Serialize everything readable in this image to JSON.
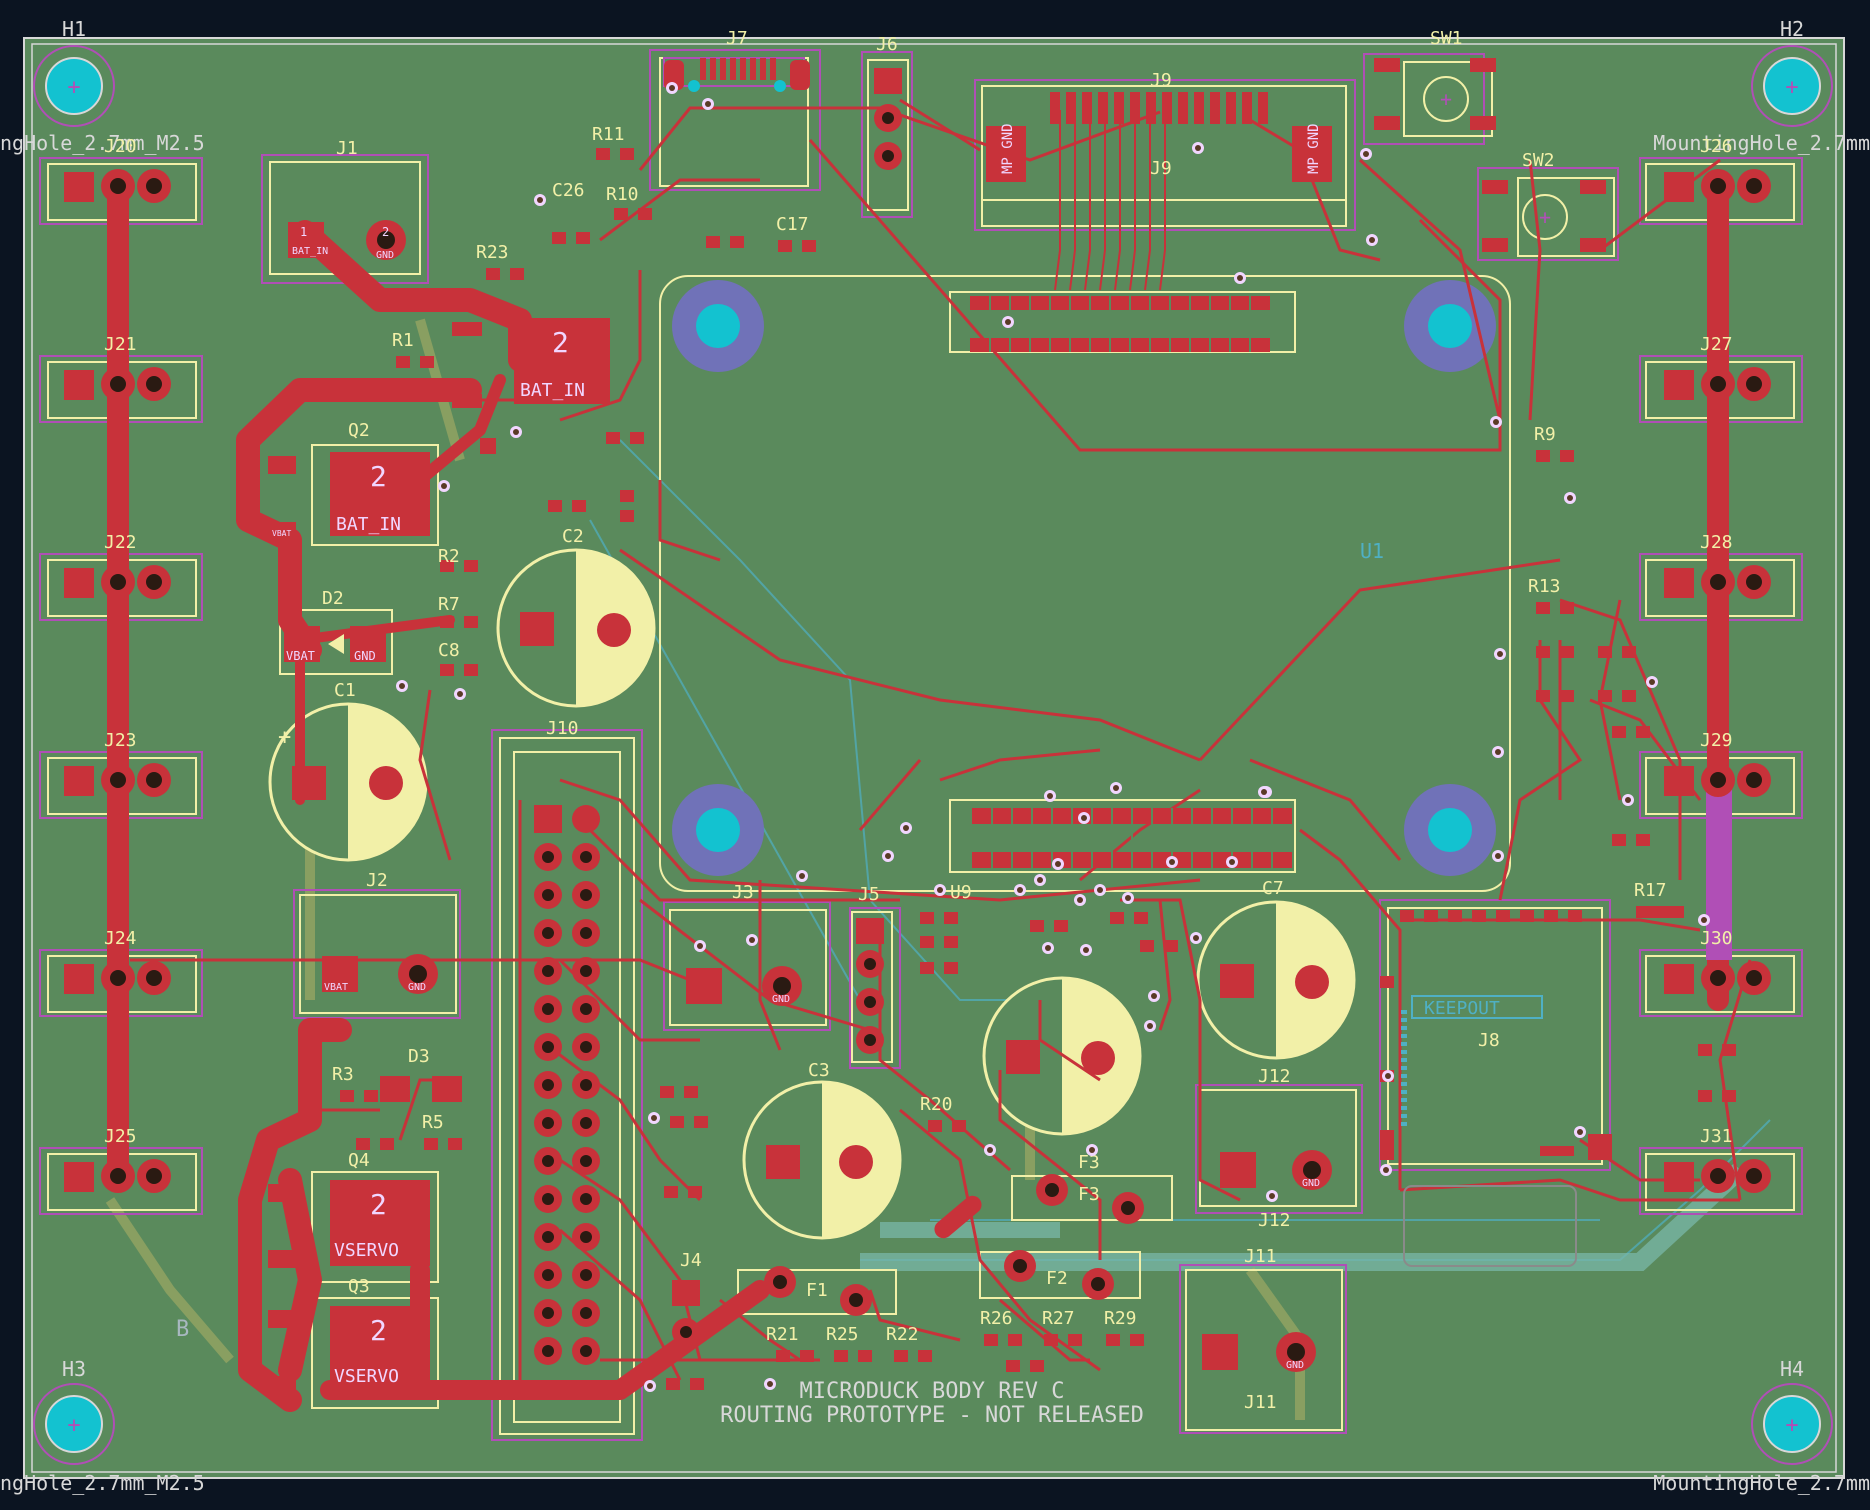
{
  "board": {
    "title_line1": "MICRODUCK BODY REV C",
    "title_line2": "ROUTING PROTOTYPE - NOT RELEASED",
    "colors": {
      "background": "#0b1421",
      "board": "#5a8a5c",
      "copper": "#c8323a",
      "silk": "#f2f0a8",
      "courtyard": "#b04fb6",
      "via": "#f1d6ff",
      "mounting_hole": "#13c2d0",
      "keepout": "#4fb0c4"
    }
  },
  "mounting_holes": [
    {
      "ref": "H1",
      "footprint": "ngHole_2.7mm_M2.5"
    },
    {
      "ref": "H2",
      "footprint": "MountingHole_2.7mm"
    },
    {
      "ref": "H3",
      "footprint": "ngHole_2.7mm_M2.5"
    },
    {
      "ref": "H4",
      "footprint": "MountingHole_2.7mm"
    }
  ],
  "left_headers": [
    "J20",
    "J21",
    "J22",
    "J23",
    "J24",
    "J25"
  ],
  "right_headers": [
    "J26",
    "J27",
    "J28",
    "J29",
    "J30",
    "J31"
  ],
  "labels": {
    "j1": "J1",
    "j2": "J2",
    "j3": "J3",
    "j4": "J4",
    "j5": "J5",
    "j6": "J6",
    "j7": "J7",
    "j8": "J8",
    "j9": "J9",
    "j10": "J10",
    "j11": "J11",
    "j12": "J12",
    "sw1": "SW1",
    "sw2": "SW2",
    "u1": "U1",
    "u9": "U9",
    "q2": "Q2",
    "q3": "Q3",
    "q4": "Q4",
    "c1": "C1",
    "c2": "C2",
    "c3": "C3",
    "c7": "C7",
    "c8": "C8",
    "c17": "C17",
    "c26": "C26",
    "d2": "D2",
    "d3": "D3",
    "f1": "F1",
    "f2": "F2",
    "f3": "F3",
    "r1": "R1",
    "r2": "R2",
    "r3": "R3",
    "r5": "R5",
    "r7": "R7",
    "r9": "R9",
    "r10": "R10",
    "r11": "R11",
    "r13": "R13",
    "r17": "R17",
    "r20": "R20",
    "r21": "R21",
    "r22": "R22",
    "r23": "R23",
    "r25": "R25",
    "r26": "R26",
    "r27": "R27",
    "r29": "R29",
    "keepout": "KEEPOUT",
    "b": "B"
  },
  "net_labels": {
    "bat_in": "BAT_IN",
    "vbat": "VBAT",
    "gnd": "GND",
    "vservo": "VSERVO",
    "mp_gnd": "MP GND",
    "pad_2": "2",
    "pad_1": "1"
  }
}
